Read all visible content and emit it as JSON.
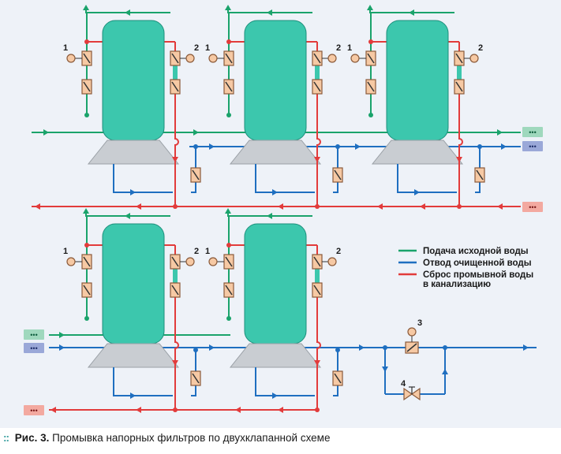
{
  "figure": {
    "caption_prefix": "Рис. 3.",
    "caption_text": "Промывка напорных фильтров по двухклапанной схеме"
  },
  "legend": {
    "items": [
      {
        "label": "Подача исходной воды",
        "color": "#1aa36b"
      },
      {
        "label": "Отвод очищенной воды",
        "color": "#1f6fc0"
      },
      {
        "label": "Сброс промывной воды",
        "label2": "в канализацию",
        "color": "#e23b3b"
      }
    ]
  },
  "labels": {
    "valve_1": "1",
    "valve_2": "2",
    "valve_3": "3",
    "valve_4": "4",
    "continuation": "•••"
  },
  "colors": {
    "feed": "#1aa36b",
    "clean": "#1f6fc0",
    "drain": "#e23b3b",
    "tank": "#3cc7ad",
    "tank_base": "#c9cdd2",
    "valve_fill": "#f6c9a4",
    "valve_stroke": "#8a5a3a",
    "panel": "#eef2f8"
  },
  "rows": [
    {
      "filters": 3
    },
    {
      "filters": 2
    }
  ]
}
